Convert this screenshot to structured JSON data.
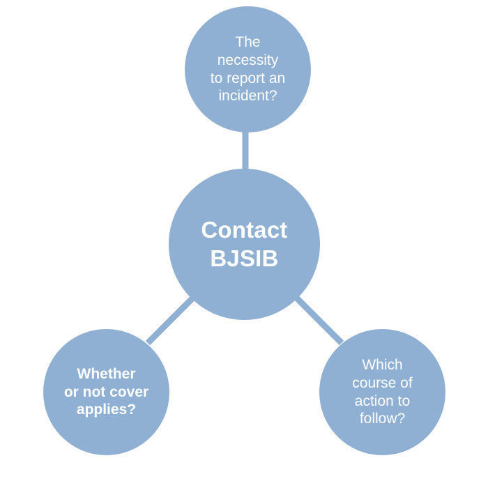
{
  "diagram": {
    "title": "Contact BJSIB",
    "type": "radial-hub-and-spoke",
    "colors": {
      "node_fill": "#8fb0d3",
      "connector": "#8fb0d3",
      "label_text": "#ffffff",
      "background": "#ffffff"
    },
    "center_node": {
      "id": "contact-bjsib",
      "label": "Contact\nBJSIB",
      "line1": "Contact",
      "line2": "BJSIB"
    },
    "spoke_nodes": [
      {
        "id": "necessity-to-report",
        "position": "top",
        "label": "The\nnecessity\nto report an\nincident?"
      },
      {
        "id": "whether-cover-applies",
        "position": "bottom-left",
        "label": "Whether\nor not cover\napplies?"
      },
      {
        "id": "course-of-action",
        "position": "bottom-right",
        "label": "Which\ncourse of\naction to\nfollow?"
      }
    ],
    "connectors": [
      {
        "id": "center-to-top",
        "from": "contact-bjsib",
        "to": "necessity-to-report"
      },
      {
        "id": "center-to-bottom-left",
        "from": "contact-bjsib",
        "to": "whether-cover-applies"
      },
      {
        "id": "center-to-bottom-right",
        "from": "contact-bjsib",
        "to": "course-of-action"
      }
    ]
  }
}
